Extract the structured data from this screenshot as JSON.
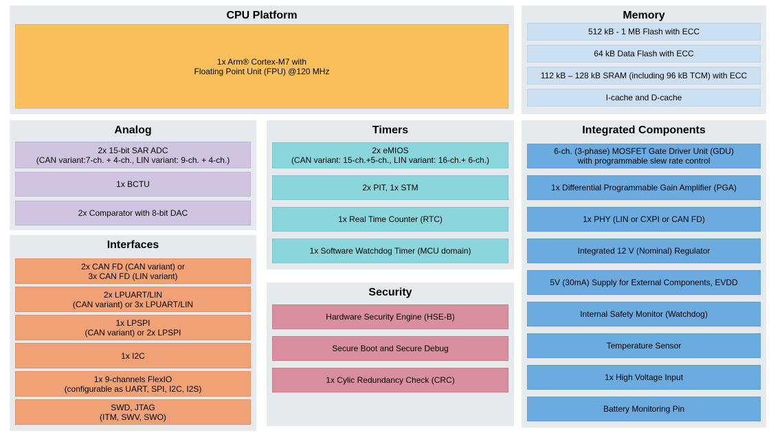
{
  "colors": {
    "panel_background": "#e7eaec",
    "cpu_block": "#fbc05c",
    "memory_block": "#cbe0f3",
    "analog_block": "#cfc5e0",
    "interfaces_block": "#f0a276",
    "timers_block": "#8bd6dc",
    "security_block": "#d98f9f",
    "integrated_block": "#6babe0",
    "text": "#000000"
  },
  "panels": {
    "cpu": {
      "title": "CPU Platform",
      "blocks": [
        "1x Arm® Cortex-M7 with\nFloating Point Unit (FPU) @120 MHz"
      ]
    },
    "memory": {
      "title": "Memory",
      "blocks": [
        "512 kB - 1 MB Flash with ECC",
        "64 kB Data Flash with ECC",
        "112 kB – 128 kB SRAM (including 96 kB TCM) with ECC",
        "I-cache and D-cache"
      ]
    },
    "analog": {
      "title": "Analog",
      "blocks": [
        "2x 15-bit SAR ADC\n(CAN variant:7-ch. + 4-ch., LIN variant: 9-ch. + 4-ch.)",
        "1x BCTU",
        "2x Comparator with 8-bit DAC"
      ]
    },
    "interfaces": {
      "title": "Interfaces",
      "blocks": [
        "2x CAN FD (CAN variant) or\n3x CAN FD (LIN variant)",
        "2x LPUART/LIN\n(CAN variant) or 3x LPUART/LIN",
        "1x LPSPI\n(CAN variant) or 2x LPSPI",
        "1x I2C",
        "1x 9-channels FlexIO\n(configurable as UART, SPI, I2C, I2S)",
        "SWD, JTAG\n(ITM, SWV, SWO)"
      ]
    },
    "timers": {
      "title": "Timers",
      "blocks": [
        "2x eMIOS\n(CAN variant: 15-ch.+5-ch., LIN variant: 16-ch.+ 6-ch.)",
        "2x PIT, 1x STM",
        "1x Real Time Counter (RTC)",
        "1x Software Watchdog Timer (MCU domain)"
      ]
    },
    "security": {
      "title": "Security",
      "blocks": [
        "Hardware Security Engine (HSE-B)",
        "Secure Boot and Secure Debug",
        "1x Cylic Redundancy Check (CRC)"
      ]
    },
    "integrated": {
      "title": "Integrated Components",
      "blocks": [
        "6-ch. (3-phase) MOSFET Gate Driver Unit (GDU)\nwith programmable slew rate control",
        "1x Differential Programmable Gain Amplifier (PGA)",
        "1x PHY (LIN or CXPI or CAN FD)",
        "Integrated 12 V (Nominal) Regulator",
        "5V (30mA) Supply for External Components, EVDD",
        "Internal Safety Monitor (Watchdog)",
        "Temperature Sensor",
        "1x High Voltage Input",
        "Battery Monitoring Pin"
      ]
    }
  }
}
